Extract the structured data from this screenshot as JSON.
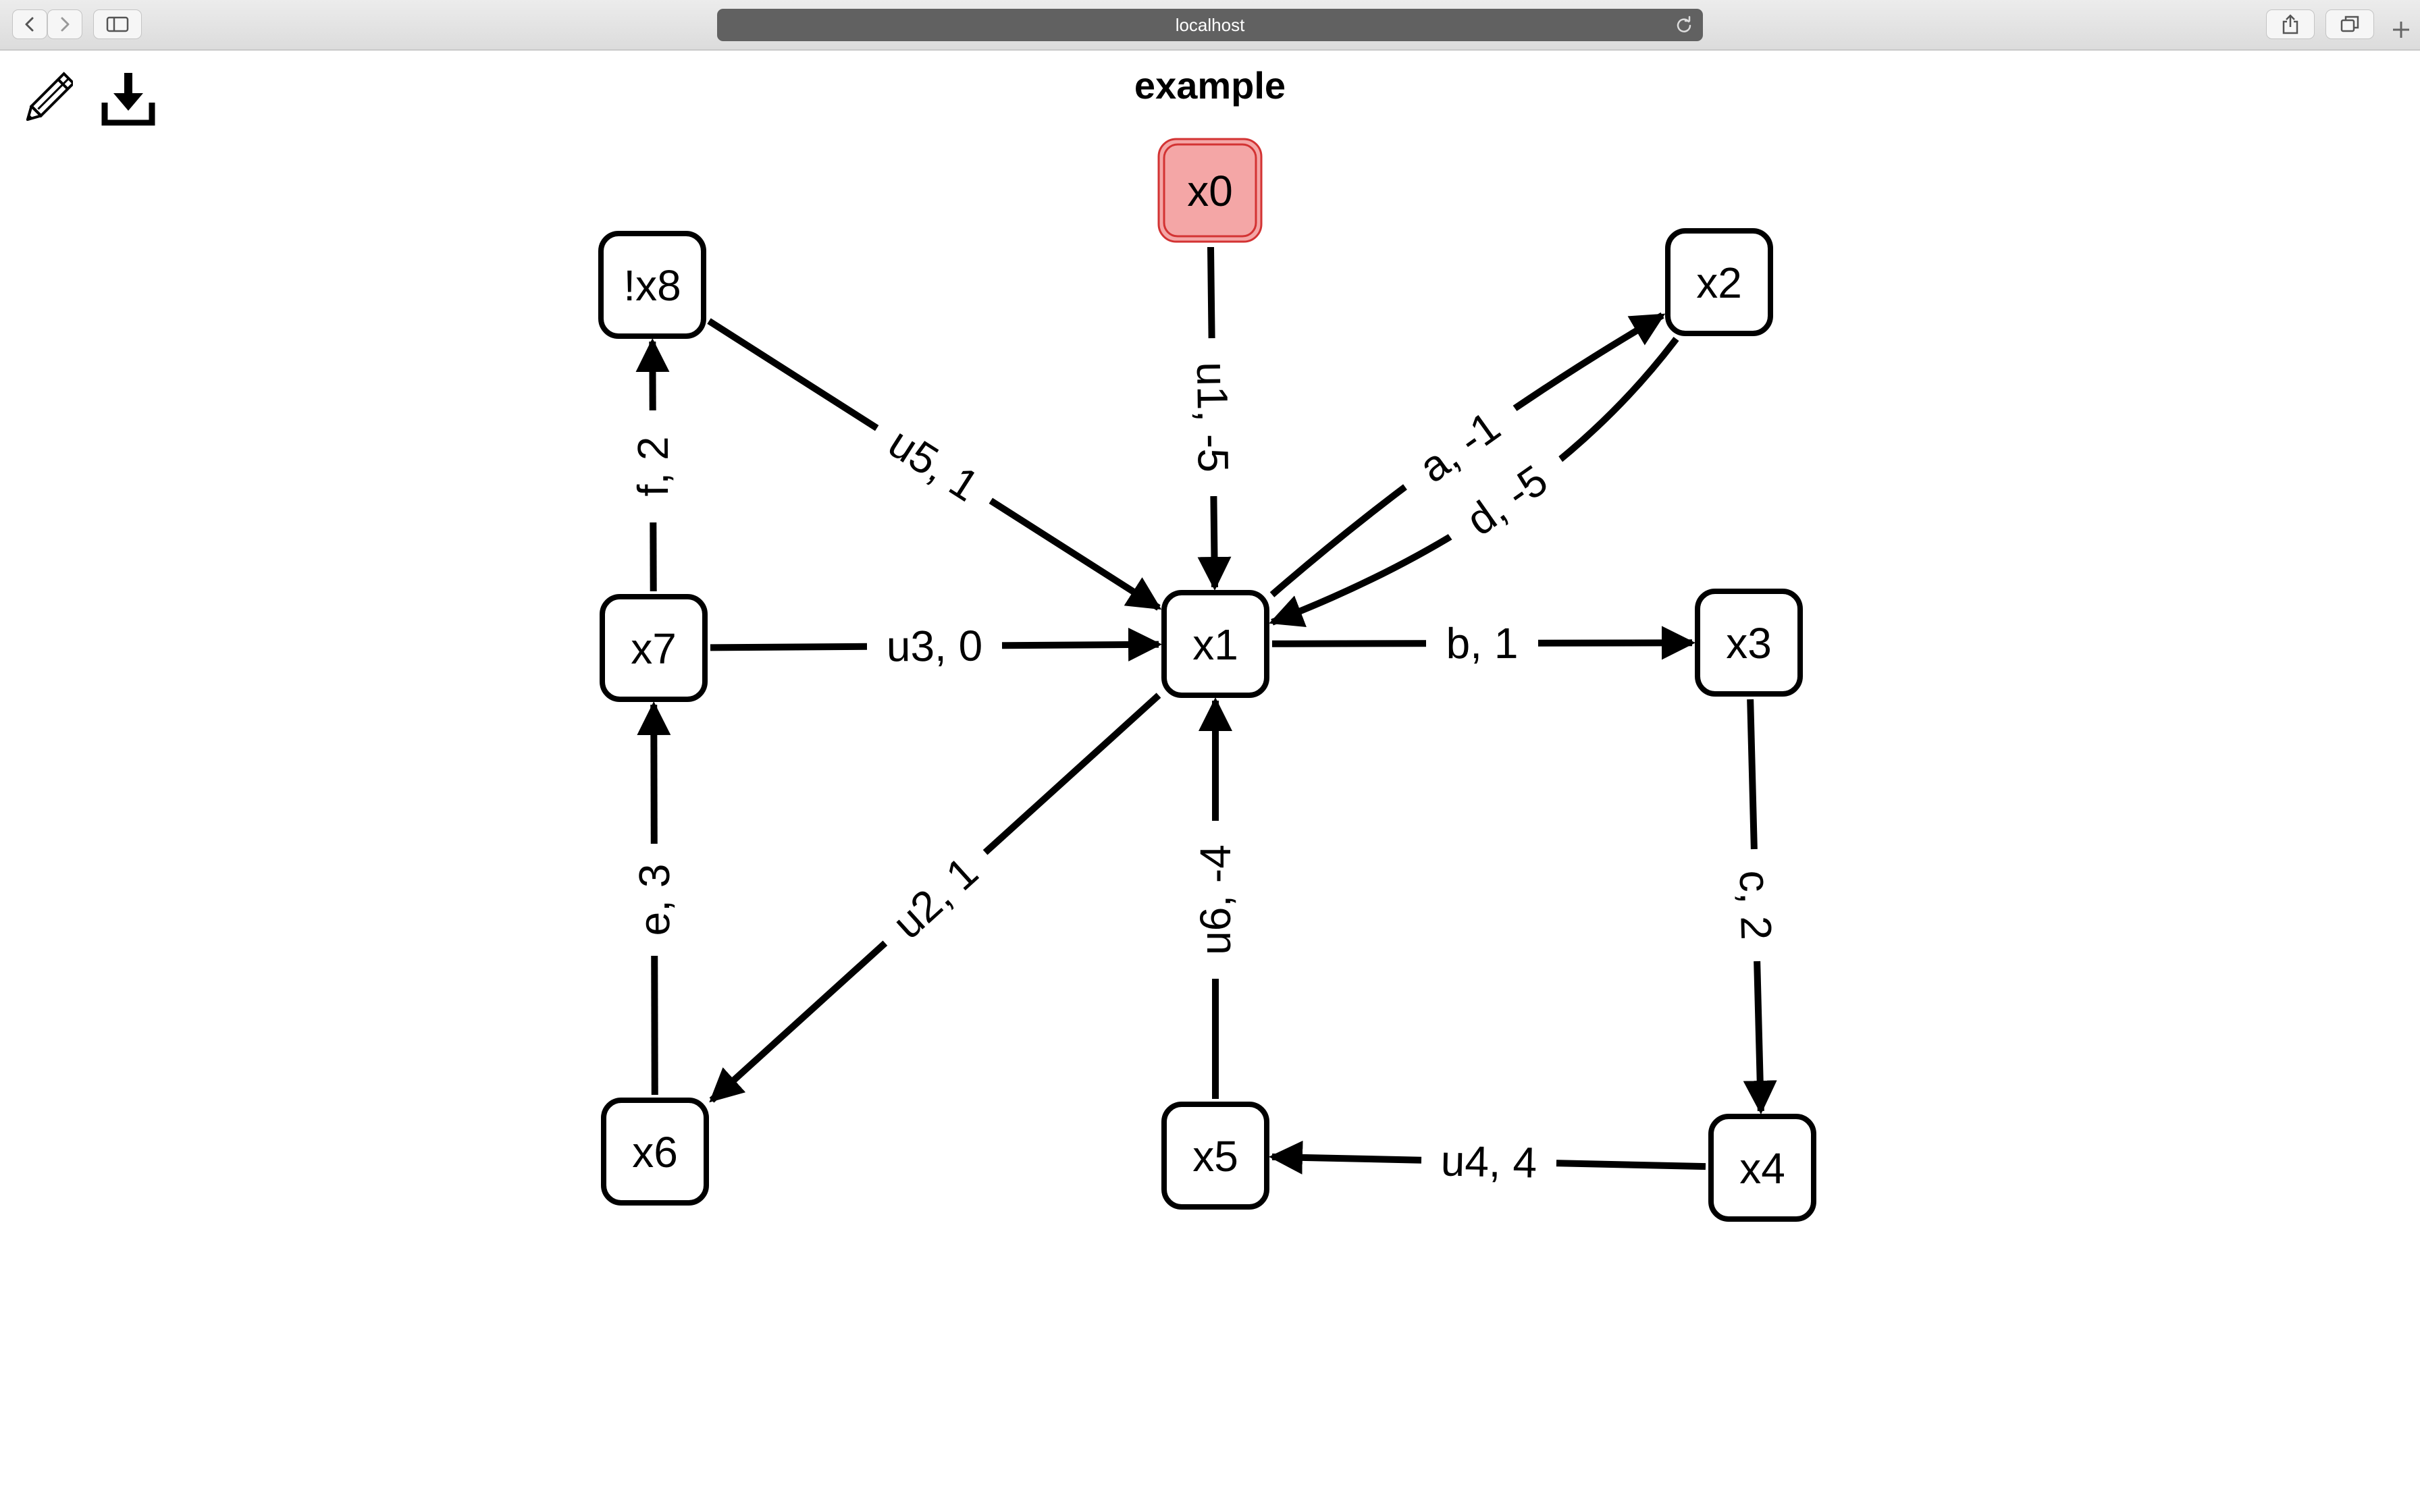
{
  "browser": {
    "url": "localhost"
  },
  "toolbar": {
    "edit_icon": "pencil-icon",
    "download_icon": "download-icon"
  },
  "page": {
    "title": "example"
  },
  "colors": {
    "initial_node_fill": "#f4a6a6",
    "initial_node_border": "#d33333",
    "edge": "#000000"
  },
  "graph": {
    "nodes": [
      {
        "id": "x0",
        "label": "x0",
        "initial": true
      },
      {
        "id": "x1",
        "label": "x1"
      },
      {
        "id": "x2",
        "label": "x2"
      },
      {
        "id": "x3",
        "label": "x3"
      },
      {
        "id": "x4",
        "label": "x4"
      },
      {
        "id": "x5",
        "label": "x5"
      },
      {
        "id": "x6",
        "label": "x6"
      },
      {
        "id": "x7",
        "label": "x7"
      },
      {
        "id": "x8",
        "label": "!x8"
      }
    ],
    "edges": [
      {
        "from": "x0",
        "to": "x1",
        "label": "u1, -5"
      },
      {
        "from": "x8",
        "to": "x1",
        "label": "u5, 1"
      },
      {
        "from": "x1",
        "to": "x2",
        "label": "a, -1"
      },
      {
        "from": "x2",
        "to": "x1",
        "label": "d, -5"
      },
      {
        "from": "x7",
        "to": "x8",
        "label": "f, 2"
      },
      {
        "from": "x7",
        "to": "x1",
        "label": "u3, 0"
      },
      {
        "from": "x1",
        "to": "x3",
        "label": "b, 1"
      },
      {
        "from": "x1",
        "to": "x6",
        "label": "u2, 1"
      },
      {
        "from": "x5",
        "to": "x1",
        "label": "u6, -4"
      },
      {
        "from": "x6",
        "to": "x7",
        "label": "e, 3"
      },
      {
        "from": "x3",
        "to": "x4",
        "label": "c, 2"
      },
      {
        "from": "x4",
        "to": "x5",
        "label": "u4, 4"
      }
    ]
  }
}
